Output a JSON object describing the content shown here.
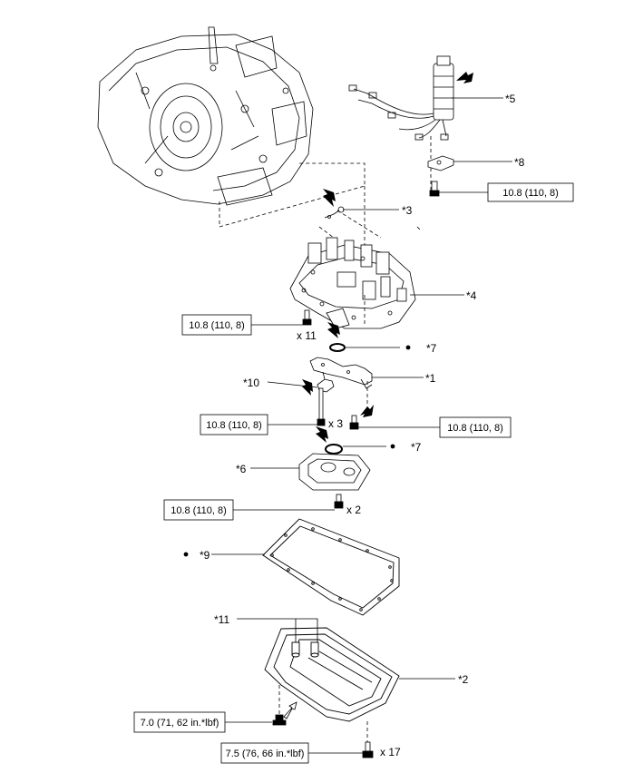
{
  "parts": {
    "p1": "*1",
    "p2": "*2",
    "p3": "*3",
    "p4": "*4",
    "p5": "*5",
    "p6": "*6",
    "p7a": "*7",
    "p7b": "*7",
    "p8": "*8",
    "p9": "*9",
    "p10": "*10",
    "p11": "*11"
  },
  "torque": {
    "t_solenoid": "10.8 (110, 8)",
    "t_valvebody": "10.8 (110, 8)",
    "t_left": "10.8 (110, 8)",
    "t_right": "10.8 (110, 8)",
    "t_strainer": "10.8 (110, 8)",
    "t_drain": "7.0 (71, 62 in.*lbf)",
    "t_pan": "7.5 (76, 66 in.*lbf)"
  },
  "quantities": {
    "q_valvebody": "x 11",
    "q_left": "x 3",
    "q_strainer": "x 2",
    "q_pan": "x 17"
  },
  "colors": {
    "line": "#000000",
    "background": "#ffffff"
  }
}
